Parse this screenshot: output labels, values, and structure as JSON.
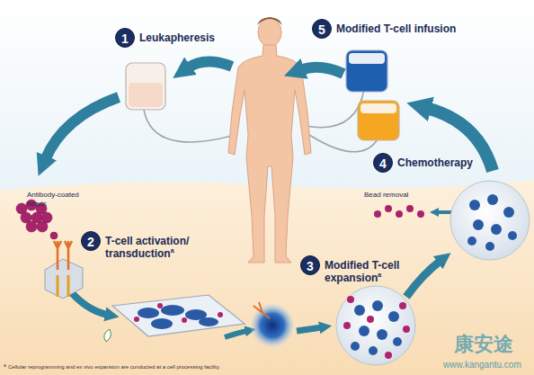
{
  "diagram": {
    "nodes": [
      {
        "text": [
          "1",
          "Leukapheresis"
        ]
      },
      {
        "text": [
          "2",
          "T-cell activation/ transduction",
          "a"
        ]
      },
      {
        "text": [
          "3",
          "Modified T-cell expansion",
          "a"
        ]
      },
      {
        "text": [
          "4",
          "Chemotherapy"
        ]
      },
      {
        "text": [
          "5",
          "Modified T-cell infusion"
        ]
      }
    ],
    "labels": [
      "Antibody-coated beads",
      "Bead removal",
      "a",
      "Cellular reprogramming and ex vivo expansion are conducted at a cell processing facility.",
      "康安途",
      "www.kangantu.com"
    ]
  }
}
